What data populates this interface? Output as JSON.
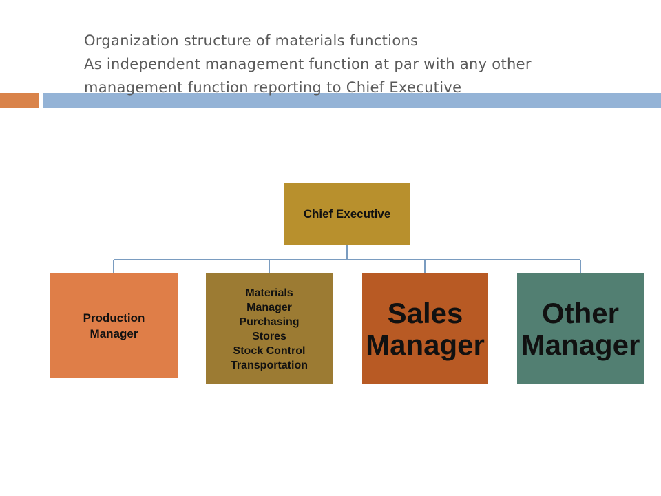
{
  "title": {
    "lines": [
      "Organization structure of materials functions",
      "As independent management function at par with any other",
      "management function reporting to Chief Executive"
    ]
  },
  "chart": {
    "root": {
      "label": "Chief Executive",
      "color": "#b8902d"
    },
    "children": [
      {
        "lines": [
          "Production",
          "Manager"
        ],
        "color": "#df7e48"
      },
      {
        "lines": [
          "Materials",
          "Manager",
          "Purchasing",
          "Stores",
          "Stock Control",
          "Transportation"
        ],
        "color": "#9c7b33"
      },
      {
        "lines": [
          "Sales",
          "Manager"
        ],
        "color": "#b85a24"
      },
      {
        "lines": [
          "Other",
          "Manager"
        ],
        "color": "#527f72"
      }
    ],
    "connector_color": "#7a9cc0"
  },
  "accents": {
    "orange": "#d9834a",
    "blue": "#94b3d6"
  }
}
